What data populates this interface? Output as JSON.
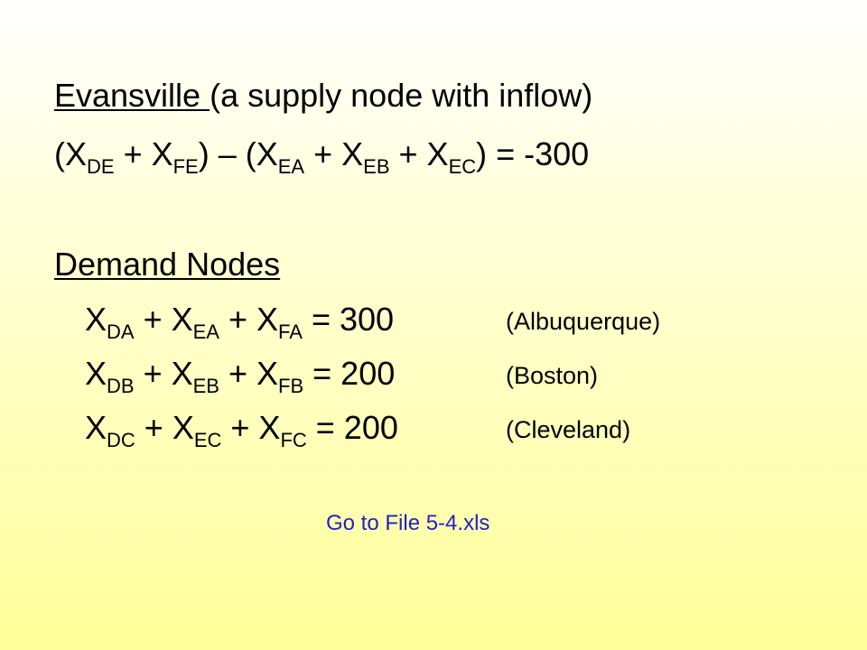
{
  "supply": {
    "heading_underlined": "Evansville ",
    "heading_rest": "(a supply node with inflow)",
    "eq": {
      "open1": "(X",
      "s1": "DE",
      "plus1": " + X",
      "s2": "FE",
      "mid": ") – (X",
      "s3": "EA",
      "plus2": " + X",
      "s4": "EB",
      "plus3": " + X",
      "s5": "EC",
      "end": ") = -300"
    }
  },
  "demand": {
    "heading": "Demand Nodes",
    "rows": [
      {
        "x": "X",
        "s1": "DA",
        "p1": " + X",
        "s2": "EA",
        "p2": " + X",
        "s3": "FA",
        "rhs": " = 300",
        "city": "(Albuquerque)"
      },
      {
        "x": "X",
        "s1": "DB",
        "p1": " + X",
        "s2": "EB",
        "p2": " + X",
        "s3": "FB",
        "rhs": " = 200",
        "city": "(Boston)"
      },
      {
        "x": "X",
        "s1": "DC",
        "p1": " + X",
        "s2": "EC",
        "p2": " + X",
        "s3": "FC",
        "rhs": " = 200",
        "city": "(Cleveland)"
      }
    ]
  },
  "link": {
    "label": "Go to File 5-4.xls",
    "color": "#1f1fcc"
  },
  "colors": {
    "background_top": "#ffffff",
    "background_bottom": "#ffff9a",
    "text": "#000000"
  }
}
